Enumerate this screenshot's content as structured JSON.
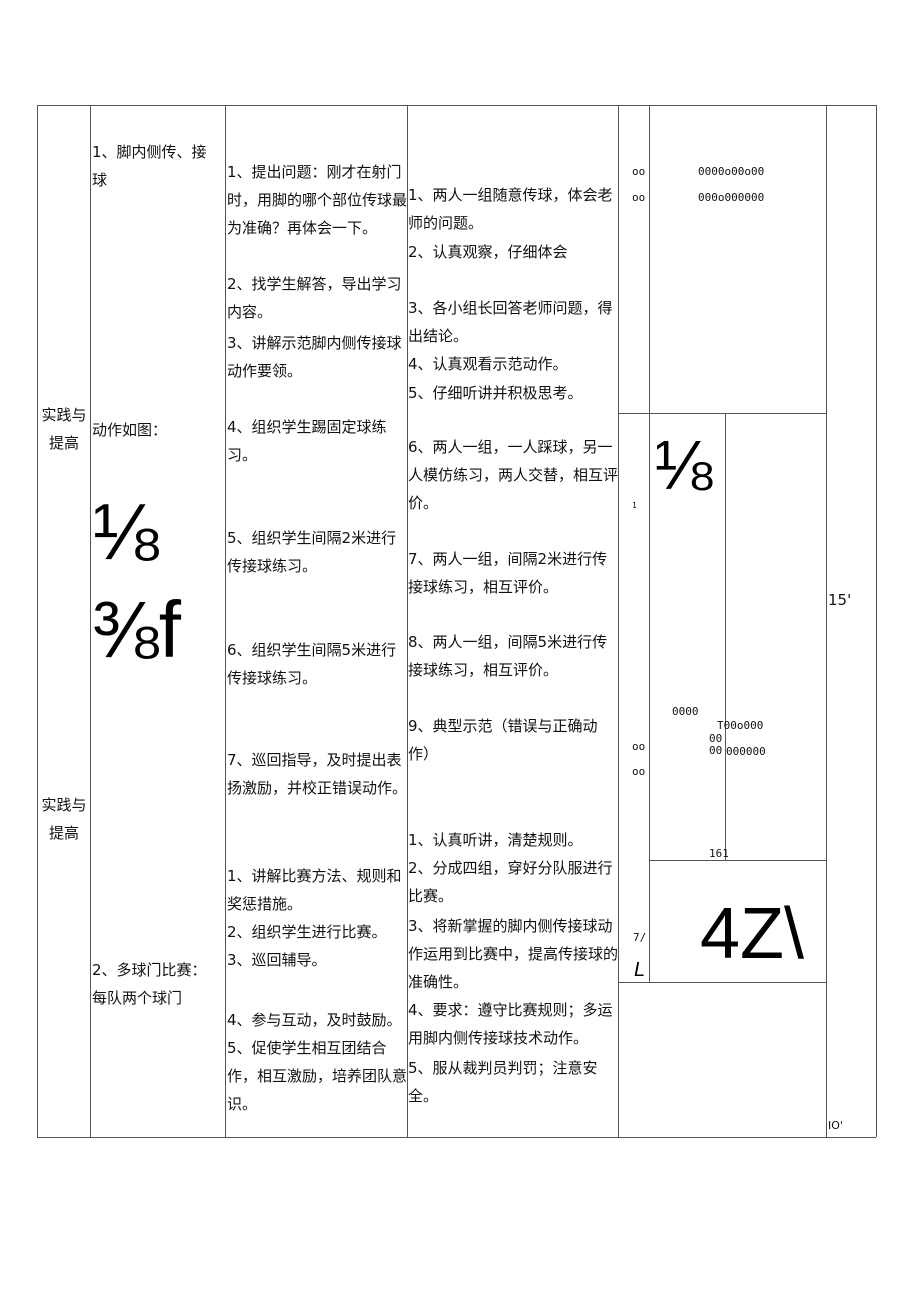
{
  "section_label": [
    "实践与提高",
    "实践与提高"
  ],
  "content": {
    "item1": "1、脚内侧传、接球",
    "figure_label": "动作如图：",
    "fig1": "⅛",
    "fig2": "⅜f",
    "item2": "2、多球门比赛：每队两个球门"
  },
  "teacher": [
    "1、提出问题：刚才在射门时，用脚的哪个部位传球最为准确？再体会一下。",
    "2、找学生解答，导出学习内容。",
    "3、讲解示范脚内侧传接球动作要领。",
    "4、组织学生踢固定球练习。",
    "5、组织学生间隔2米进行传接球练习。",
    "6、组织学生间隔5米进行传接球练习。",
    "7、巡回指导，及时提出表扬激励，并校正错误动作。",
    "1、讲解比赛方法、规则和奖惩措施。",
    "2、组织学生进行比赛。",
    "3、巡回辅导。",
    "4、参与互动，及时鼓励。",
    "5、促使学生相互团结合作，相互激励，培养团队意识。"
  ],
  "student": [
    "1、两人一组随意传球，体会老师的问题。",
    "2、认真观察，仔细体会",
    "3、各小组长回答老师问题，得出结论。",
    "4、认真观看示范动作。",
    "5、仔细听讲并积极思考。",
    "6、两人一组，一人踩球，另一人模仿练习，两人交替，相互评价。",
    "7、两人一组，间隔2米进行传接球练习，相互评价。",
    "8、两人一组，间隔5米进行传接球练习，相互评价。",
    "9、典型示范（错误与正确动作）",
    "1、认真听讲，清楚规则。",
    "2、分成四组，穿好分队服进行比赛。",
    "3、将新掌握的脚内侧传接球动作运用到比赛中，提高传接球的准确性。",
    "4、要求：遵守比赛规则；多运用脚内侧传接球技术动作。",
    "5、服从裁判员判罚；注意安全。"
  ],
  "formation": {
    "a_left": [
      "oo",
      "oo"
    ],
    "a_right": [
      "0000o00o00",
      "000o000000"
    ],
    "b_left": "1",
    "b_fig": "⅛",
    "c_top": "0000",
    "c_row1": "T00o000",
    "c_mid": "00",
    "c_row2": "00",
    "c_row2b": "000000",
    "c_left": [
      "oo",
      "oo"
    ],
    "c_bottom": "161",
    "d_left": "7/",
    "d_left2": "L",
    "d_fig": "4Z\\"
  },
  "time": [
    "15'",
    "IO'"
  ]
}
